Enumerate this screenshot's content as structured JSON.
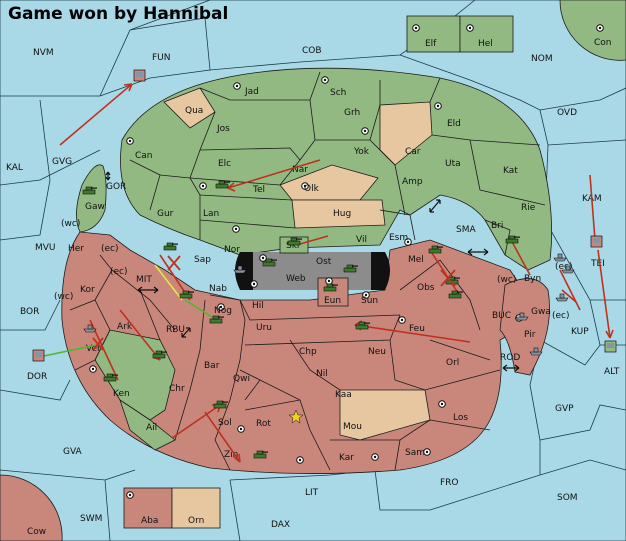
{
  "title": "Game won by Hannibal",
  "labels": {
    "nvm": "NVM",
    "fun": "FUN",
    "cob": "COB",
    "nom": "NOM",
    "ovd": "OVD",
    "kal": "KAL",
    "gvg": "GVG",
    "kam": "KAM",
    "mvu": "MVU",
    "bor": "BOR",
    "dor": "DOR",
    "gva": "GVA",
    "swm": "SWM",
    "lit": "LIT",
    "dax": "DAX",
    "fro": "FRO",
    "som": "SOM",
    "gvp": "GVP",
    "alt": "ALT",
    "tei": "TEI",
    "kup": "KUP",
    "buc": "BUC",
    "rod": "ROD",
    "sma": "SMA",
    "gor": "GOR",
    "mit": "MIT",
    "rbu": "RBU",
    "elf": "Elf",
    "hel": "Hel",
    "con": "Con",
    "cow": "Cow",
    "aba": "Aba",
    "orn": "Orn",
    "jad": "Jad",
    "sch": "Sch",
    "qua": "Qua",
    "jos": "Jos",
    "grh": "Grh",
    "eld": "Eld",
    "can": "Can",
    "yok": "Yok",
    "car": "Car",
    "uta": "Uta",
    "kat": "Kat",
    "elc": "Elc",
    "nar": "Nar",
    "tel": "Tel",
    "olk": "Olk",
    "amp": "Amp",
    "rie": "Rie",
    "gaw": "Gaw",
    "gur": "Gur",
    "lan": "Lan",
    "hug": "Hug",
    "bri": "Bri",
    "nor": "Nor",
    "vil": "Vil",
    "esm": "Esm",
    "skr": "Skr",
    "ost": "Ost",
    "web": "Web",
    "eun": "Eun",
    "sap": "Sap",
    "her": "Her",
    "wc1": "(wc)",
    "ec1": "(ec)",
    "ec2": "(ec)",
    "kor": "Kor",
    "wc2": "(wc)",
    "nab": "Nab",
    "nog": "Nog",
    "hil": "Hil",
    "sun": "Sun",
    "mel": "Mel",
    "obs": "Obs",
    "wc3": "(wc)",
    "byn": "Byn",
    "ec3": "(ec)",
    "gwa": "Gwa",
    "ec4": "(ec)",
    "pir": "Pir",
    "ark": "Ark",
    "uru": "Uru",
    "feu": "Feu",
    "ver": "Ver",
    "chp": "Chp",
    "neu": "Neu",
    "orl": "Orl",
    "bar": "Bar",
    "qwi": "Qwi",
    "ken": "Ken",
    "chr": "Chr",
    "nil": "Nil",
    "kaa": "Kaa",
    "ail": "Ail",
    "sol": "Sol",
    "rot": "Rot",
    "mou": "Mou",
    "los": "Los",
    "zin": "Zin",
    "kar": "Kar",
    "sam": "Sam"
  },
  "colors": {
    "player_a": "#93b982",
    "player_b": "#c9877c",
    "neutral": "#e6c7a0",
    "impassable": "#8c8c8c",
    "sea": "#a9d9e6"
  },
  "icons": {
    "army": "tank-icon",
    "fleet": "ship-icon",
    "supply": "supply-center-icon",
    "order": "move-arrow",
    "destroyed": "x-mark-icon",
    "dislodged": "star-icon",
    "convoy": "convoy-arrow-icon"
  }
}
